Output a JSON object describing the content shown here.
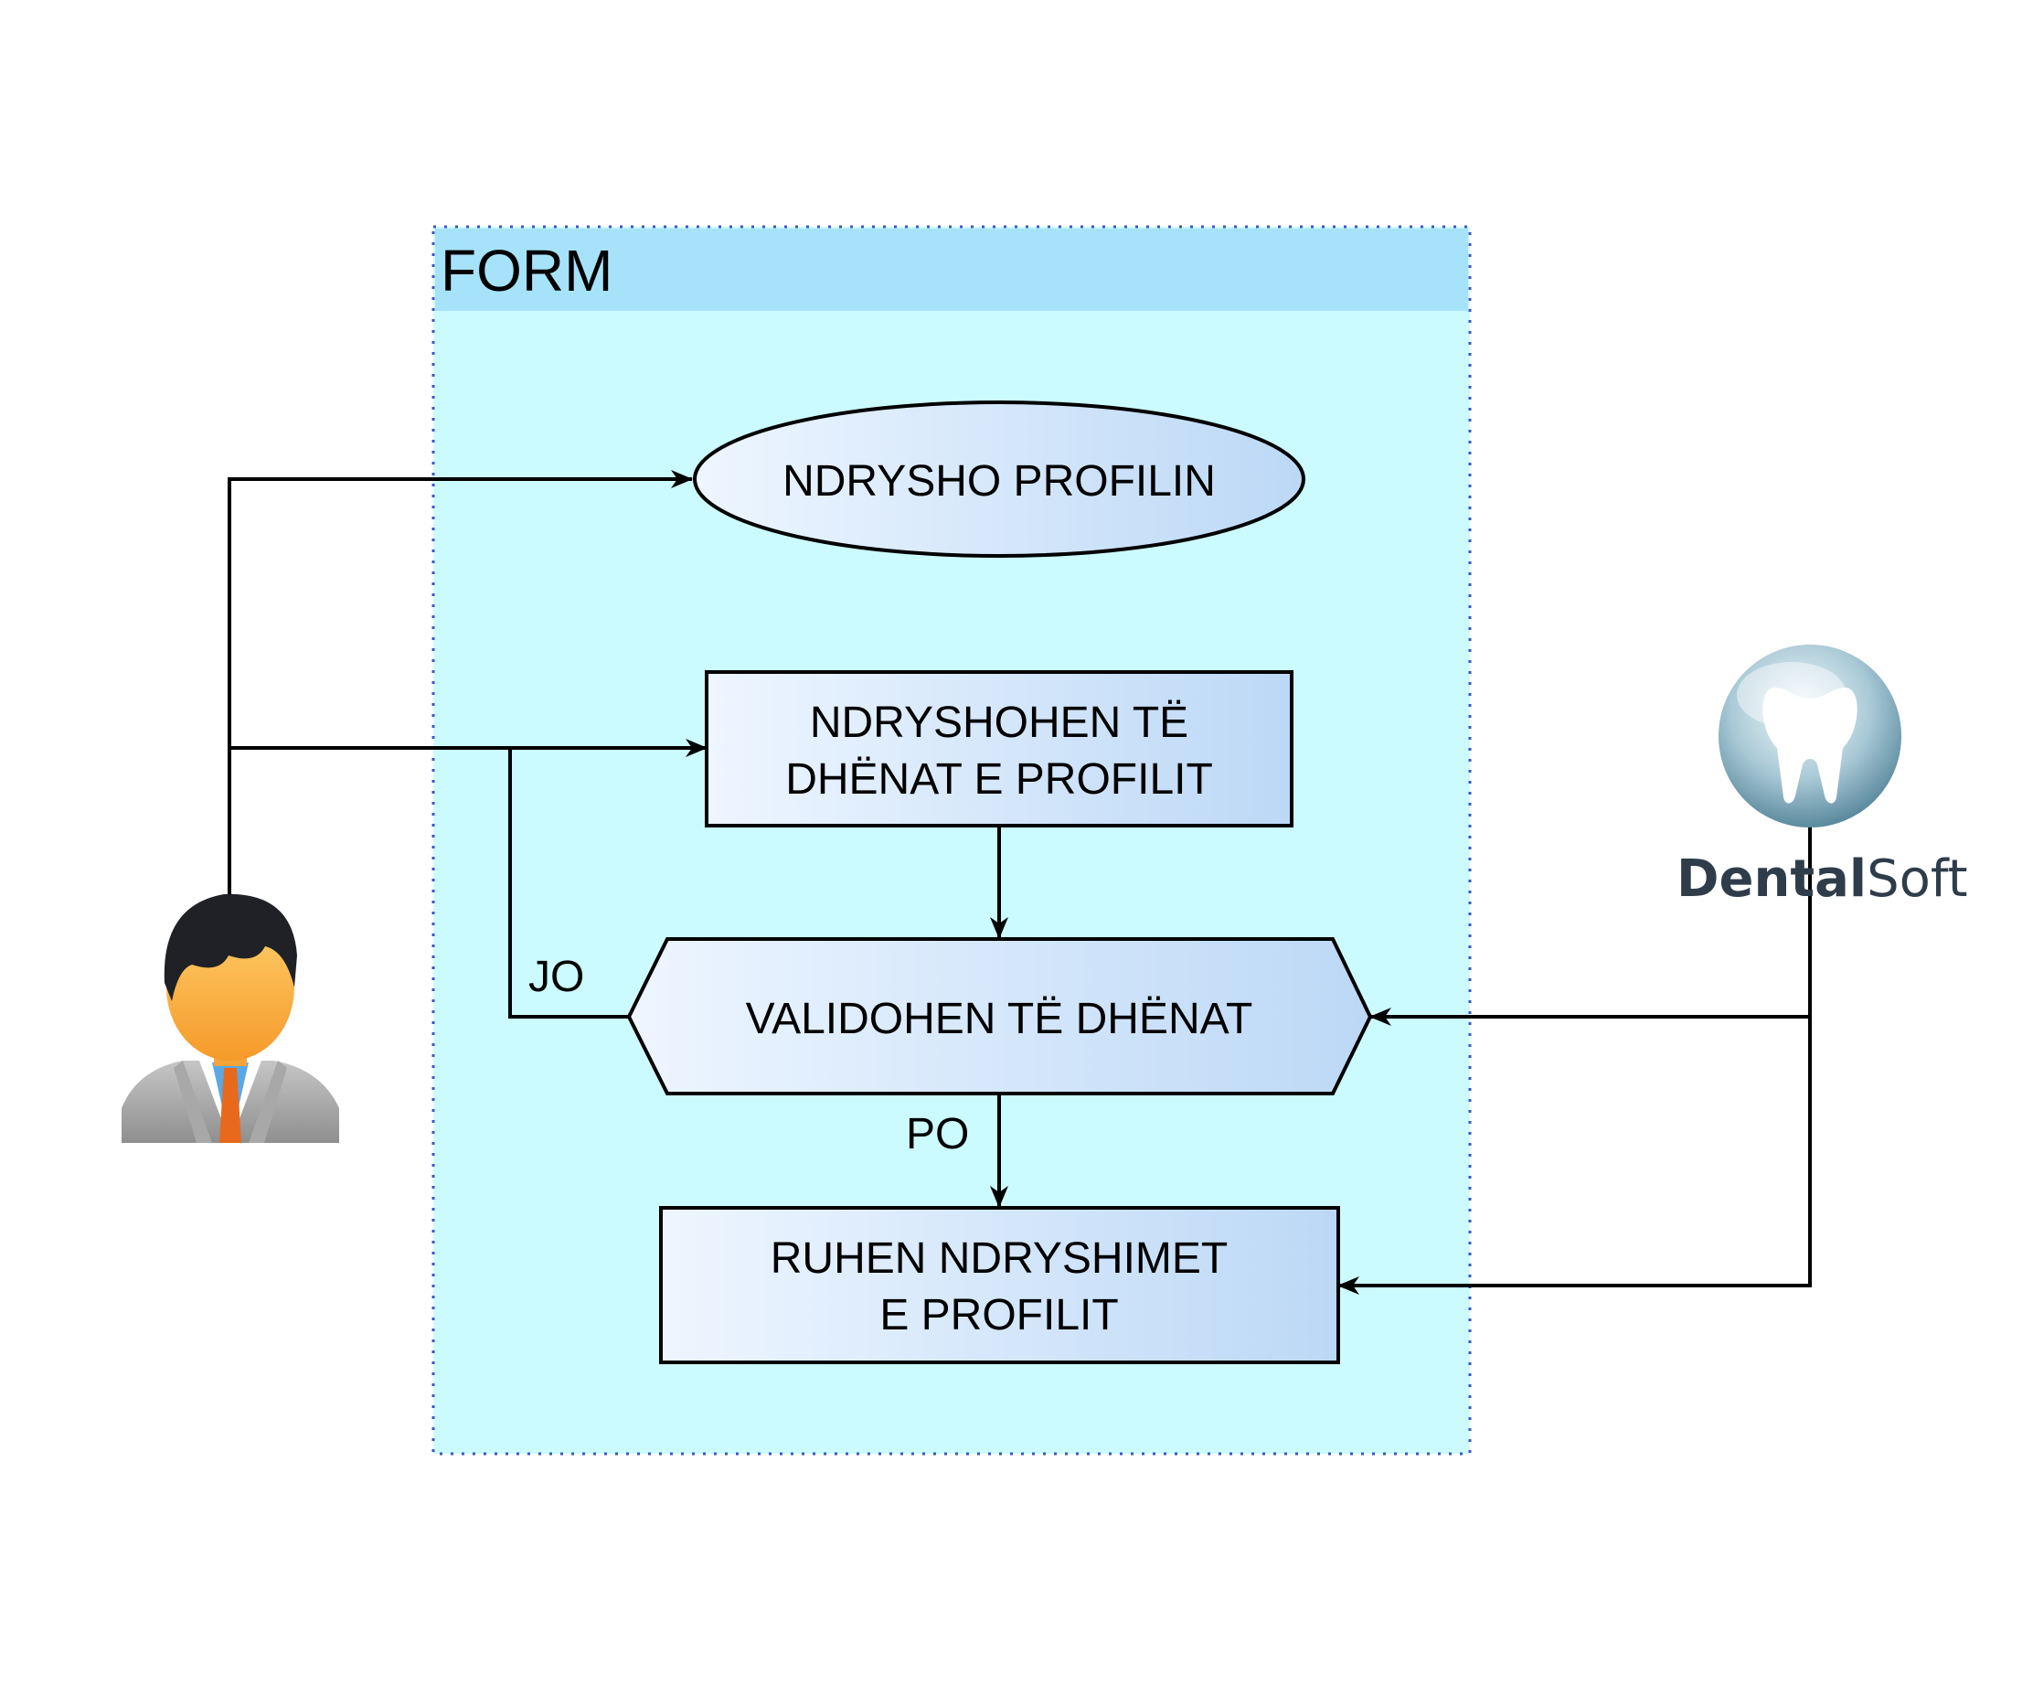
{
  "container": {
    "title": "FORM"
  },
  "nodes": {
    "start": {
      "label": "NDRYSHO PROFILIN"
    },
    "edit": {
      "line1": "NDRYSHOHEN TË",
      "line2": "DHËNAT E PROFILIT"
    },
    "validate": {
      "label": "VALIDOHEN TË DHËNAT"
    },
    "save": {
      "line1": "RUHEN NDRYSHIMET",
      "line2": "E PROFILIT"
    }
  },
  "edges": {
    "no_label": "JO",
    "yes_label": "PO"
  },
  "actors": {
    "user": {
      "icon": "user-icon"
    },
    "system": {
      "icon": "tooth-logo-icon",
      "brand_bold": "Dental",
      "brand_light": "Soft"
    }
  },
  "colors": {
    "container_fill": "#ccfbff",
    "container_header": "#a6e3fb",
    "container_border": "#3b56c8",
    "node_fill_start": "#eef6ff",
    "node_fill_end": "#bcd8f6"
  }
}
